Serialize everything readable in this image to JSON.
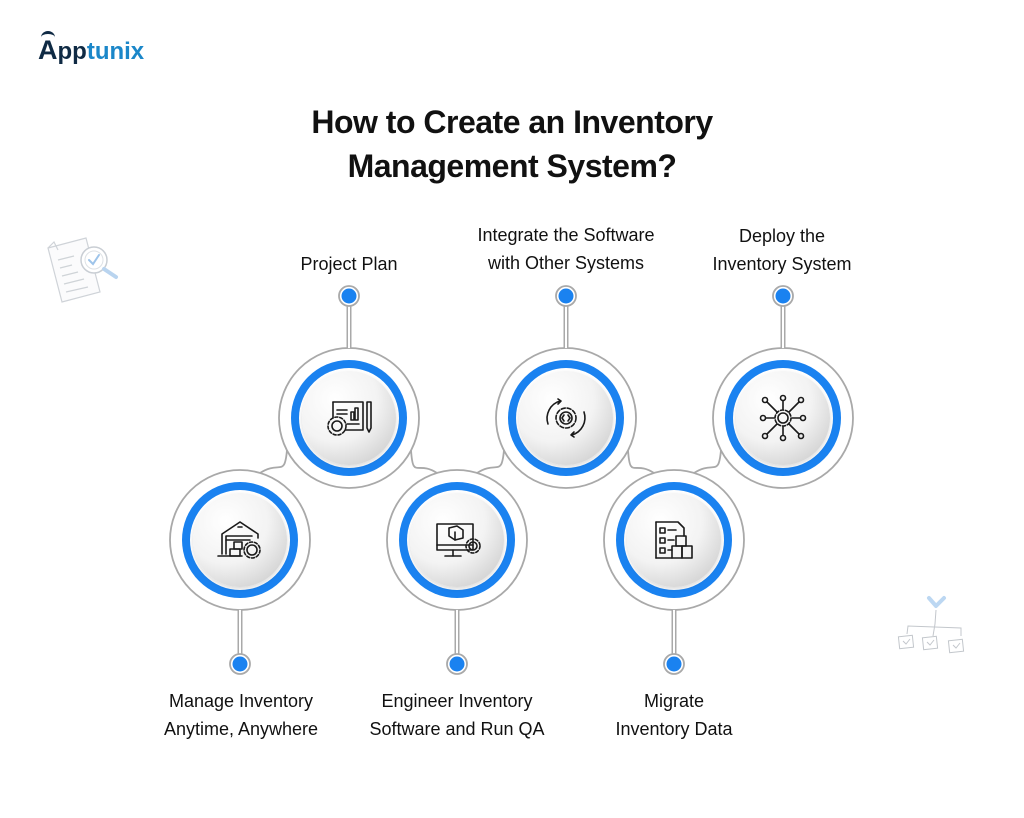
{
  "brand": {
    "logo_first": "A",
    "logo_dark": "pp",
    "logo_light": "tunix"
  },
  "title": {
    "line1": "How to Create an Inventory",
    "line2": "Management System?"
  },
  "colors": {
    "accent": "#1a82f0",
    "connector": "#a9a9a9",
    "text": "#111111",
    "logo_dark": "#0f2a44",
    "logo_light": "#1b87c9"
  },
  "steps": [
    {
      "id": "manage",
      "line1": "Manage Inventory",
      "line2": "Anytime, Anywhere",
      "icon": "warehouse-gear-icon",
      "position": "bottom"
    },
    {
      "id": "plan",
      "line1": "Project Plan",
      "line2": "",
      "icon": "project-plan-icon",
      "position": "top"
    },
    {
      "id": "engineer",
      "line1": "Engineer Inventory",
      "line2": "Software and Run QA",
      "icon": "monitor-box-gear-icon",
      "position": "bottom"
    },
    {
      "id": "integrate",
      "line1": "Integrate the Software",
      "line2": "with Other Systems",
      "icon": "code-gear-cycle-icon",
      "position": "top"
    },
    {
      "id": "migrate",
      "line1": "Migrate",
      "line2": "Inventory Data",
      "icon": "checklist-boxes-icon",
      "position": "bottom"
    },
    {
      "id": "deploy",
      "line1": "Deploy the",
      "line2": "Inventory System",
      "icon": "network-gear-icon",
      "position": "top"
    }
  ],
  "decorations": [
    {
      "name": "document-search-icon"
    },
    {
      "name": "hierarchy-checklist-icon"
    }
  ]
}
